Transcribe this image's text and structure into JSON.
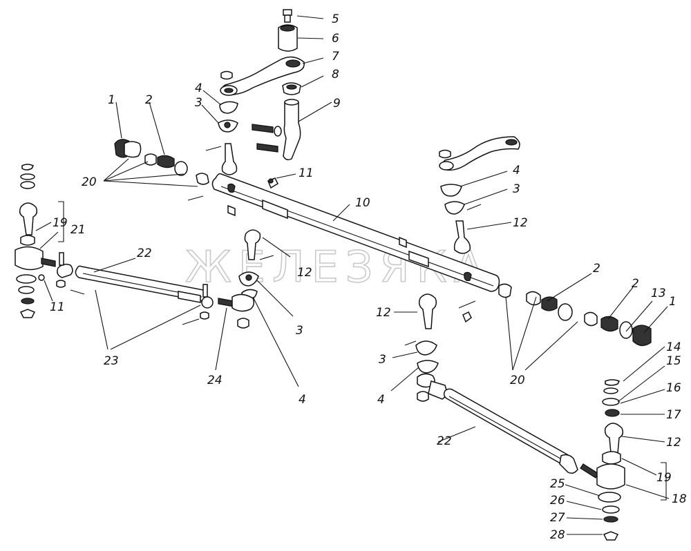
{
  "watermark": "ЖЕЛЕЗЯКА",
  "labels": {
    "l1": "1",
    "l2": "2",
    "l20": "20",
    "l3": "3",
    "l4": "4",
    "l5": "5",
    "l6": "6",
    "l7": "7",
    "l8": "8",
    "l9": "9",
    "l11": "11",
    "l10": "10",
    "l4b": "4",
    "l3b": "3",
    "l12a": "12",
    "l19a": "19",
    "l21": "21",
    "l11b": "11",
    "l22a": "22",
    "l12b": "12",
    "l3c": "3",
    "l23": "23",
    "l24": "24",
    "l4c": "4",
    "l2b": "2",
    "l2c": "2",
    "l13": "13",
    "l1b": "1",
    "l12c": "12",
    "l3d": "3",
    "l4d": "4",
    "l20b": "20",
    "l14": "14",
    "l15": "15",
    "l16": "16",
    "l17": "17",
    "l12d": "12",
    "l22b": "22",
    "l19b": "19",
    "l18": "18",
    "l25": "25",
    "l26": "26",
    "l27": "27",
    "l28": "28"
  }
}
